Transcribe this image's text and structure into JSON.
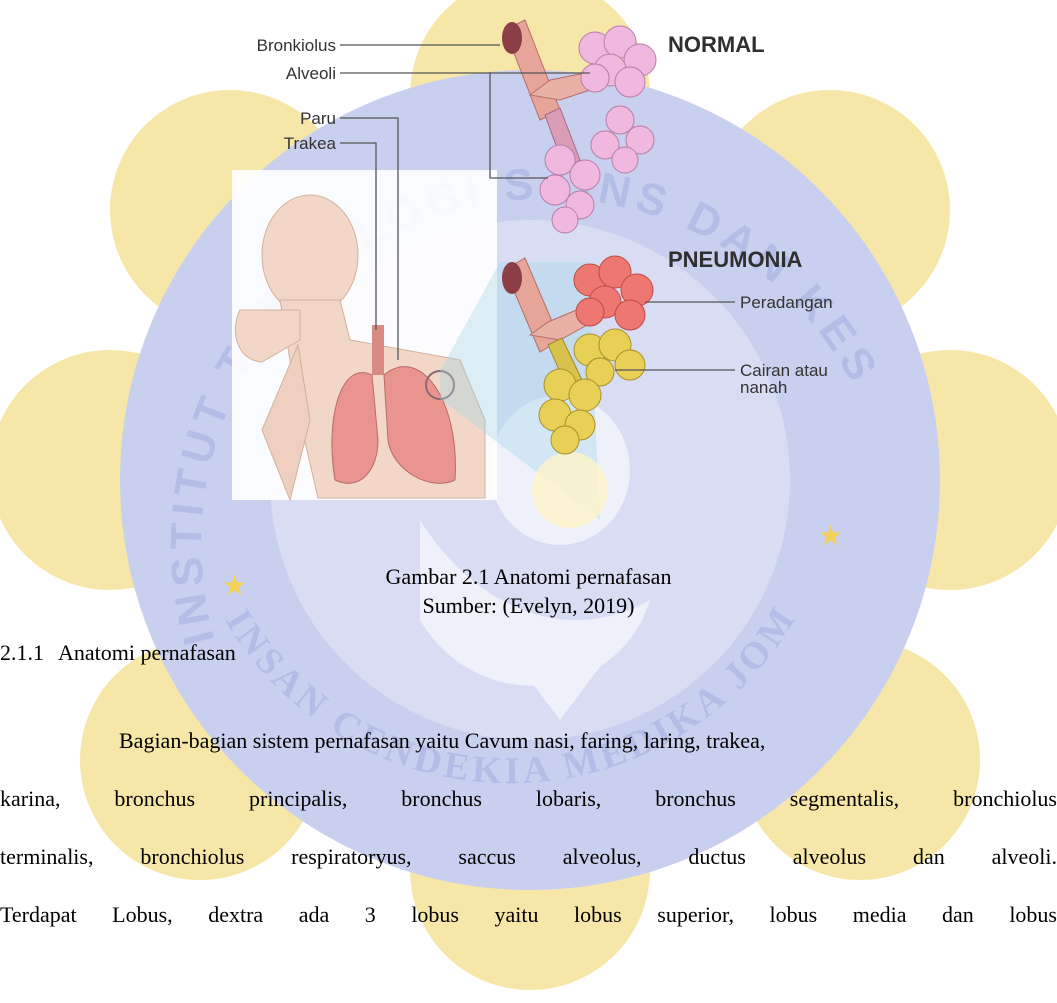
{
  "watermark": {
    "arc_text": "INSTITUT TEKNOLOGI SAINS DAN KESEHATAN",
    "bottom_text": "INSAN CENDEKIA MEDIKA JOMBANG",
    "colors": {
      "outer": "#f6e7a8",
      "inner": "#c9cfee",
      "emblem": "#eef0fa",
      "text": "#b3bde6"
    }
  },
  "figure": {
    "label_bronkiolus": "Bronkiolus",
    "label_alveoli": "Alveoli",
    "label_paru": "Paru",
    "label_trakea": "Trakea",
    "title_normal": "NORMAL",
    "title_pneumonia": "PNEUMONIA",
    "label_peradangan": "Peradangan",
    "label_cairan_1": "Cairan atau",
    "label_cairan_2": "nanah"
  },
  "caption": {
    "title": "Gambar 2.1 Anatomi pernafasan",
    "source": "Sumber: (Evelyn, 2019)"
  },
  "section": {
    "number": "2.1.1",
    "title": "Anatomi pernafasan"
  },
  "body": {
    "lines": [
      "Bagian-bagian sistem pernafasan yaitu Cavum nasi, faring, laring, trakea,",
      "karina, bronchus principalis, bronchus lobaris, bronchus segmentalis, bronchiolus",
      "terminalis, bronchiolus respiratoryus, saccus alveolus, ductus alveolus dan alveoli.",
      "Terdapat Lobus, dextra ada 3 lobus yaitu lobus superior, lobus media dan lobus"
    ]
  }
}
